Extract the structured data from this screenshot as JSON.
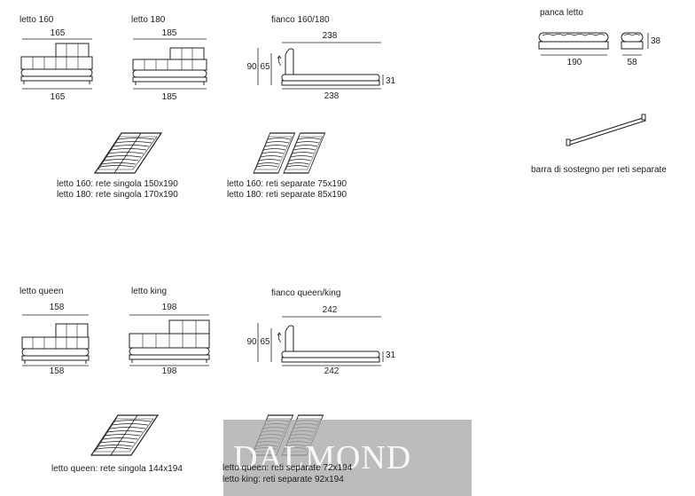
{
  "top": {
    "bed160": {
      "title": "letto 160",
      "top_width": "165",
      "bottom_width": "165"
    },
    "bed180": {
      "title": "letto 180",
      "top_width": "185",
      "bottom_width": "185"
    },
    "side": {
      "title": "fianco 160/180",
      "length_top": "238",
      "height_total": "90",
      "height_headboard": "65",
      "height_base": "31",
      "length_bottom": "238"
    },
    "caption_single": [
      "letto 160: rete singola 150x190",
      "letto 180: rete singola 170x190"
    ],
    "caption_separate": [
      "letto 160: reti separate 75x190",
      "letto 180: reti separate 85x190"
    ]
  },
  "bench": {
    "title": "panca letto",
    "width": "190",
    "depth": "58",
    "height": "38"
  },
  "bar": {
    "caption": "barra di sostegno per reti separate"
  },
  "bottom": {
    "queen": {
      "title": "letto queen",
      "top_width": "158",
      "bottom_width": "158"
    },
    "king": {
      "title": "letto king",
      "top_width": "198",
      "bottom_width": "198"
    },
    "side": {
      "title": "fianco queen/king",
      "length_top": "242",
      "height_total": "90",
      "height_headboard": "65",
      "height_base": "31",
      "length_bottom": "242"
    },
    "caption_single": [
      "letto queen: rete singola 144x194"
    ],
    "caption_separate": [
      "letto queen: reti separate 72x194",
      "letto king: reti separate 92x194"
    ]
  },
  "watermark": {
    "text": "DALMOND"
  }
}
